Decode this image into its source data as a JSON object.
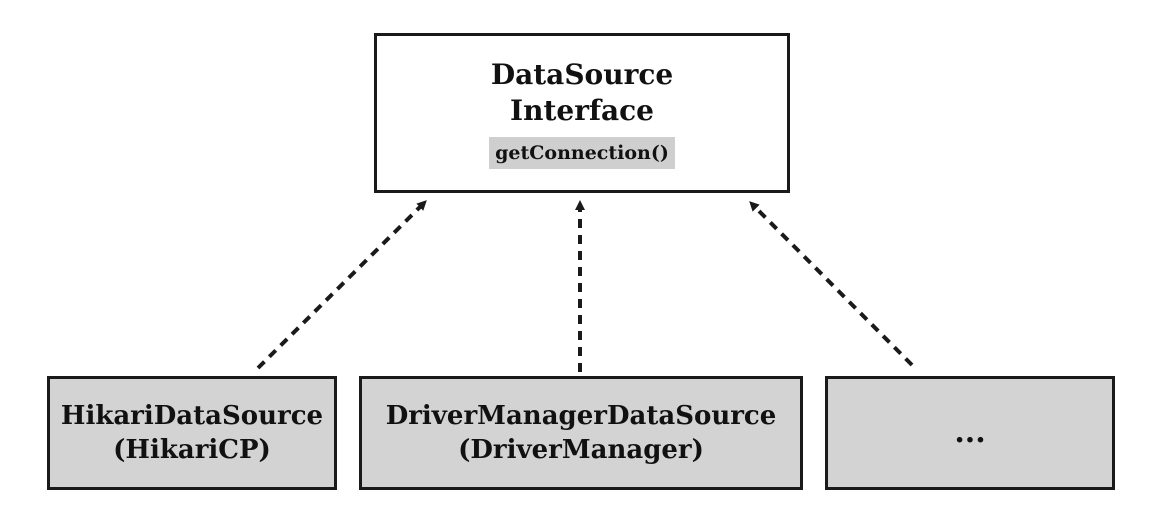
{
  "interface": {
    "title_line1": "DataSource",
    "title_line2": "Interface",
    "method": "getConnection()"
  },
  "implementations": [
    {
      "name": "HikariDataSource",
      "subtitle": "(HikariCP)"
    },
    {
      "name": "DriverManagerDataSource",
      "subtitle": "(DriverManager)"
    },
    {
      "name": "..."
    }
  ],
  "colors": {
    "interface_fill": "#ffffff",
    "implementation_fill": "#d3d3d3",
    "method_fill": "#cfcfcf",
    "border": "#1a1a1a"
  },
  "edges": [
    {
      "from": "HikariDataSource",
      "to": "DataSource Interface",
      "style": "dashed-arrow"
    },
    {
      "from": "DriverManagerDataSource",
      "to": "DataSource Interface",
      "style": "dashed-arrow"
    },
    {
      "from": "...",
      "to": "DataSource Interface",
      "style": "dashed-arrow"
    }
  ]
}
